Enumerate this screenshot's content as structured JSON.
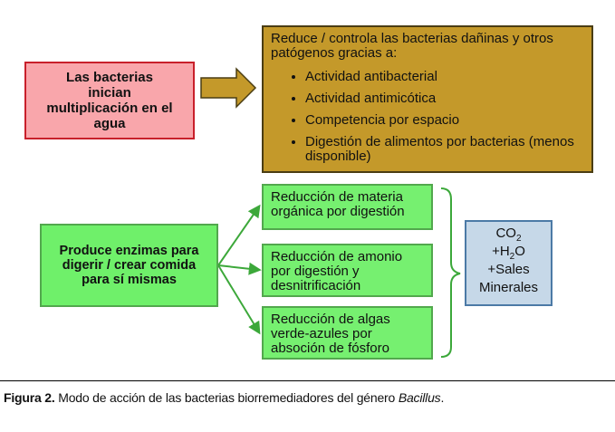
{
  "start": {
    "text": "Las bacterias inician multiplicación en el agua"
  },
  "benefits": {
    "intro": "Reduce / controla las bacterias dañinas y otros patógenos gracias a:",
    "items": [
      "Actividad antibacterial",
      "Actividad antimicótica",
      "Competencia por espacio",
      "Digestión de alimentos por bacterias (menos disponible)"
    ]
  },
  "enzymes": {
    "text": "Produce enzimas para digerir / crear comida para sí mismas"
  },
  "reductions": [
    "Reducción de materia orgánica por digestión",
    "Reducción de amonio por digestión y desnitrificación",
    "Reducción de algas verde-azules por absoción de fósforo"
  ],
  "products": {
    "co2_base": "CO",
    "co2_sub": "2",
    "h2o_prefix": "+H",
    "h2o_sub": "2",
    "h2o_suffix": "O",
    "sales": "+Sales",
    "minerales": "Minerales"
  },
  "caption": {
    "label": "Figura 2.",
    "text": " Modo de acción de las bacterias biorremediadores del género ",
    "genus": "Bacillus",
    "end": "."
  },
  "colors": {
    "start_fill": "#f9a6ab",
    "start_border": "#c8202b",
    "benefits_fill": "#c4992a",
    "green_fill": "#76f070",
    "green_stroke": "#3ca83a",
    "products_fill": "#c6d8e8",
    "products_border": "#4c7aa6"
  }
}
